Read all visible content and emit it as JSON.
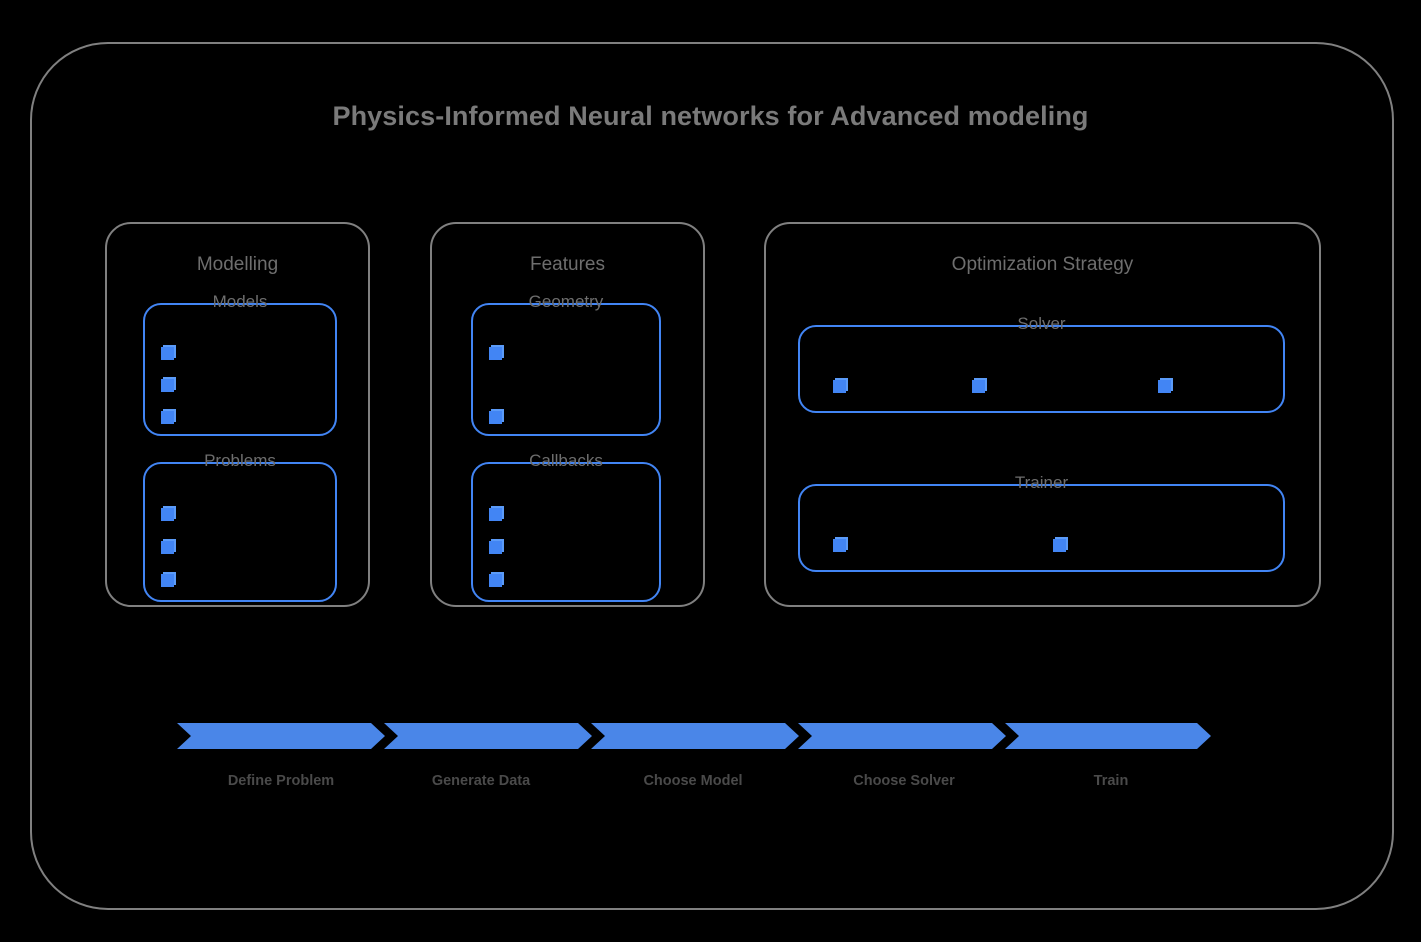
{
  "title": "Physics-Informed Neural networks for Advanced modeling",
  "colors": {
    "background": "#000000",
    "frame_border": "#808080",
    "panel_border": "#808080",
    "box_border": "#4285f4",
    "cube": "#4285f4",
    "cube_highlight": "#5b9bf8",
    "title_text": "#7a7a7a",
    "panel_title_text": "#6e6e6e",
    "pipeline_fill": "#4a86e8",
    "pipeline_label_text": "#4a4a4a"
  },
  "panels": [
    {
      "id": "modelling",
      "title": "Modelling",
      "boxes": [
        {
          "id": "models",
          "title": "Models",
          "item_count": 3,
          "layout": "vertical"
        },
        {
          "id": "problems",
          "title": "Problems",
          "item_count": 3,
          "layout": "vertical"
        }
      ]
    },
    {
      "id": "features",
      "title": "Features",
      "boxes": [
        {
          "id": "geometry",
          "title": "Geometry",
          "item_count": 2,
          "layout": "vertical"
        },
        {
          "id": "callbacks",
          "title": "Callbacks",
          "item_count": 3,
          "layout": "vertical"
        }
      ]
    },
    {
      "id": "optimization-strategy",
      "title": "Optimization Strategy",
      "boxes": [
        {
          "id": "solver",
          "title": "Solver",
          "item_count": 3,
          "layout": "horizontal"
        },
        {
          "id": "trainer",
          "title": "Trainer",
          "item_count": 2,
          "layout": "horizontal"
        }
      ]
    }
  ],
  "pipeline": {
    "steps": [
      {
        "label": "Define Problem"
      },
      {
        "label": "Generate Data"
      },
      {
        "label": "Choose Model"
      },
      {
        "label": "Choose Solver"
      },
      {
        "label": "Train"
      }
    ]
  }
}
